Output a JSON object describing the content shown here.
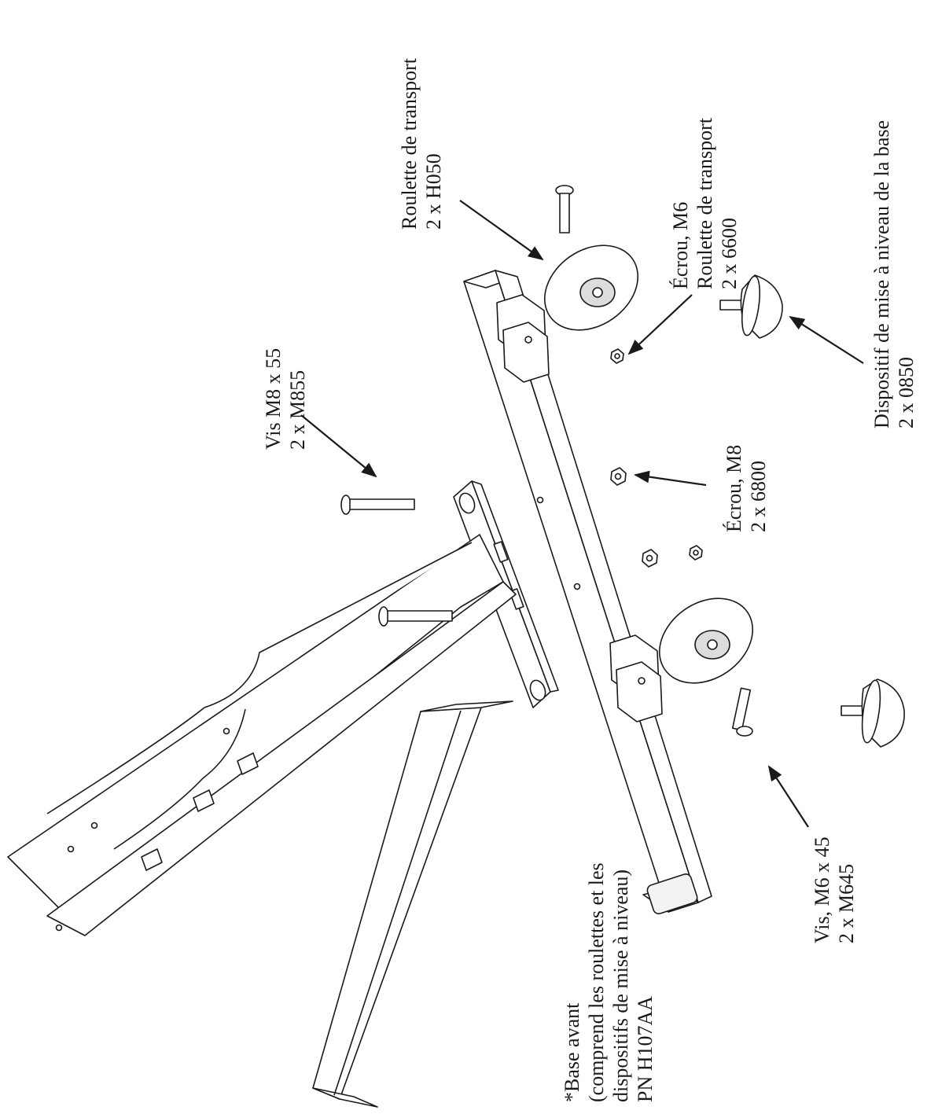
{
  "labels": {
    "roulette_top": {
      "name": "Roulette de transport",
      "part": "2 x H050"
    },
    "ecrou_m6": {
      "name": "Écrou, M6",
      "desc": "Roulette de transport",
      "part": "2 x 6600"
    },
    "niveau": {
      "name": "Dispositif de mise à niveau de la base",
      "part": "2 x 0850"
    },
    "vis_m8": {
      "name": "Vis M8 x 55",
      "part": "2 x M855"
    },
    "ecrou_m8": {
      "name": "Écrou, M8",
      "part": "2 x 6800"
    },
    "vis_m6": {
      "name": "Vis, M6 x 45",
      "part": "2 x M645"
    },
    "base": {
      "name": "*Base avant",
      "line2": "(comprend les roulettes et les",
      "line3": "dispositifs de mise à niveau)",
      "part": "PN H107AA"
    }
  }
}
